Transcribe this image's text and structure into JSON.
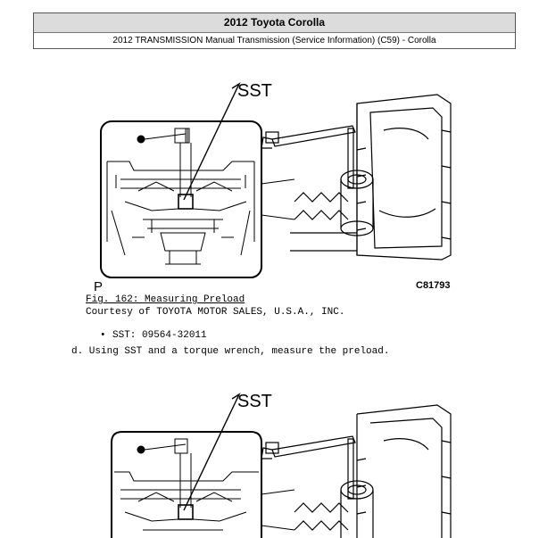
{
  "header": {
    "title": "2012 Toyota Corolla",
    "subtitle": "2012 TRANSMISSION Manual Transmission (Service Information) (C59) - Corolla"
  },
  "figure1": {
    "tool_label": "SST",
    "inset_label": "P",
    "code": "C81793"
  },
  "caption": {
    "title": "Fig. 162: Measuring Preload",
    "courtesy": "Courtesy of TOYOTA MOTOR SALES, U.S.A., INC."
  },
  "bullet": {
    "text": "SST: 09564-32011"
  },
  "step": {
    "text": "d. Using SST and a torque wrench, measure the preload."
  },
  "figure2": {
    "tool_label": "SST"
  }
}
